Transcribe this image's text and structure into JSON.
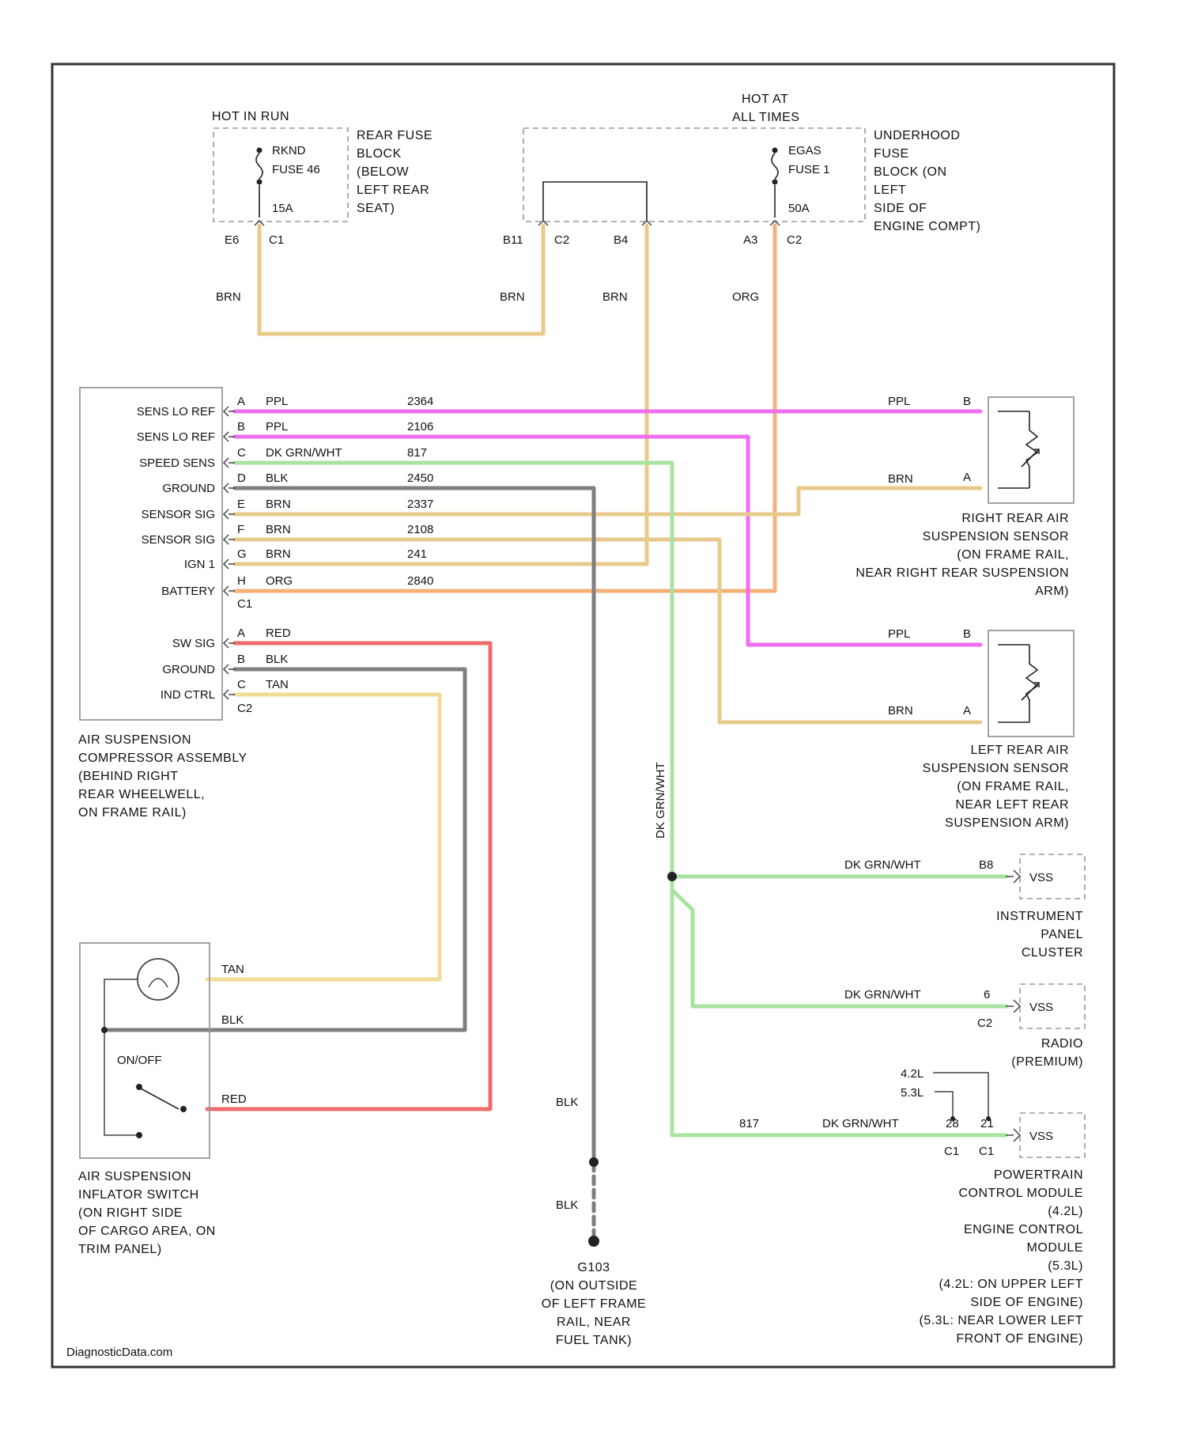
{
  "colors": {
    "BRN": "#e8c98c",
    "ORG": "#f4b27a",
    "PPL": "#f06df0",
    "DK GRN_WHT": "#a8e3a0",
    "BLK": "#7f7f7f",
    "RED": "#ef6b6b",
    "TAN": "#f0dc96"
  },
  "power": {
    "hot_in_run": "HOT IN RUN",
    "hot_at_all_times": [
      "HOT AT",
      "ALL TIMES"
    ],
    "rear_fuse": {
      "name": "RKND",
      "fuse": "FUSE 46",
      "amps": "15A"
    },
    "rear_fuse_block": [
      "REAR FUSE",
      "BLOCK",
      "(BELOW",
      "LEFT REAR",
      "SEAT)"
    ],
    "underhood_fuse": {
      "name": "EGAS",
      "fuse": "FUSE 1",
      "amps": "50A"
    },
    "underhood_fuse_block": [
      "UNDERHOOD",
      "FUSE",
      "BLOCK (ON",
      "LEFT",
      "SIDE OF",
      "ENGINE COMPT)"
    ],
    "terminals": {
      "rear": {
        "pin": "E6",
        "conn": "C1"
      },
      "uh1": {
        "pin": "B11",
        "conn": "C2"
      },
      "uh2": {
        "pin": "B4"
      },
      "uh3": {
        "pin": "A3",
        "conn": "C2"
      }
    }
  },
  "wire_labels": {
    "brn": "BRN",
    "org": "ORG",
    "ppl": "PPL",
    "blk": "BLK",
    "red": "RED",
    "tan": "TAN",
    "dkgrn": "DK GRN/WHT"
  },
  "compressor": {
    "pins_c1": [
      {
        "name": "SENS LO REF",
        "pin": "A",
        "color": "PPL",
        "circuit": "2364"
      },
      {
        "name": "SENS LO REF",
        "pin": "B",
        "color": "PPL",
        "circuit": "2106"
      },
      {
        "name": "SPEED SENS",
        "pin": "C",
        "color": "DK GRN/WHT",
        "circuit": "817"
      },
      {
        "name": "GROUND",
        "pin": "D",
        "color": "BLK",
        "circuit": "2450"
      },
      {
        "name": "SENSOR SIG",
        "pin": "E",
        "color": "BRN",
        "circuit": "2337"
      },
      {
        "name": "SENSOR SIG",
        "pin": "F",
        "color": "BRN",
        "circuit": "2108"
      },
      {
        "name": "IGN 1",
        "pin": "G",
        "color": "BRN",
        "circuit": "241"
      },
      {
        "name": "BATTERY",
        "pin": "H",
        "color": "ORG",
        "circuit": "2840"
      }
    ],
    "c1": "C1",
    "pins_c2": [
      {
        "name": "SW SIG",
        "pin": "A",
        "color": "RED"
      },
      {
        "name": "GROUND",
        "pin": "B",
        "color": "BLK"
      },
      {
        "name": "IND CTRL",
        "pin": "C",
        "color": "TAN"
      }
    ],
    "c2": "C2",
    "label": [
      "AIR SUSPENSION",
      "COMPRESSOR ASSEMBLY",
      "(BEHIND RIGHT",
      "REAR WHEELWELL,",
      "ON FRAME RAIL)"
    ]
  },
  "right_sensor": {
    "pin_ppl": "B",
    "pin_brn": "A",
    "label": [
      "RIGHT REAR AIR",
      "SUSPENSION SENSOR",
      "(ON FRAME RAIL,",
      "NEAR RIGHT REAR SUSPENSION",
      "ARM)"
    ]
  },
  "left_sensor": {
    "pin_ppl": "B",
    "pin_brn": "A",
    "label": [
      "LEFT REAR AIR",
      "SUSPENSION SENSOR",
      "(ON FRAME RAIL,",
      "NEAR LEFT REAR",
      "SUSPENSION ARM)"
    ]
  },
  "vss": {
    "box": "VSS",
    "ipc": {
      "pin": "B8",
      "label": [
        "INSTRUMENT",
        "PANEL",
        "CLUSTER"
      ]
    },
    "radio": {
      "pin": "6",
      "conn": "C2",
      "label": [
        "RADIO",
        "(PREMIUM)"
      ]
    },
    "pcm": {
      "circuit": "817",
      "pin1": "28",
      "pin2": "21",
      "conn1": "C1",
      "conn2": "C1",
      "eng1": "4.2L",
      "eng2": "5.3L",
      "label": [
        "POWERTRAIN",
        "CONTROL MODULE",
        "(4.2L)",
        "ENGINE CONTROL",
        "MODULE",
        "(5.3L)",
        "(4.2L: ON UPPER LEFT",
        "SIDE OF ENGINE)",
        "(5.3L: NEAR LOWER LEFT",
        "FRONT OF ENGINE)"
      ]
    }
  },
  "switch": {
    "on_off": "ON/OFF",
    "label": [
      "AIR SUSPENSION",
      "INFLATOR SWITCH",
      "(ON RIGHT SIDE",
      "OF CARGO AREA, ON",
      "TRIM PANEL)"
    ]
  },
  "ground": {
    "id": "G103",
    "label": [
      "G103",
      "(ON OUTSIDE",
      "OF LEFT FRAME",
      "RAIL, NEAR",
      "FUEL TANK)"
    ]
  },
  "watermark": "DiagnosticData.com"
}
